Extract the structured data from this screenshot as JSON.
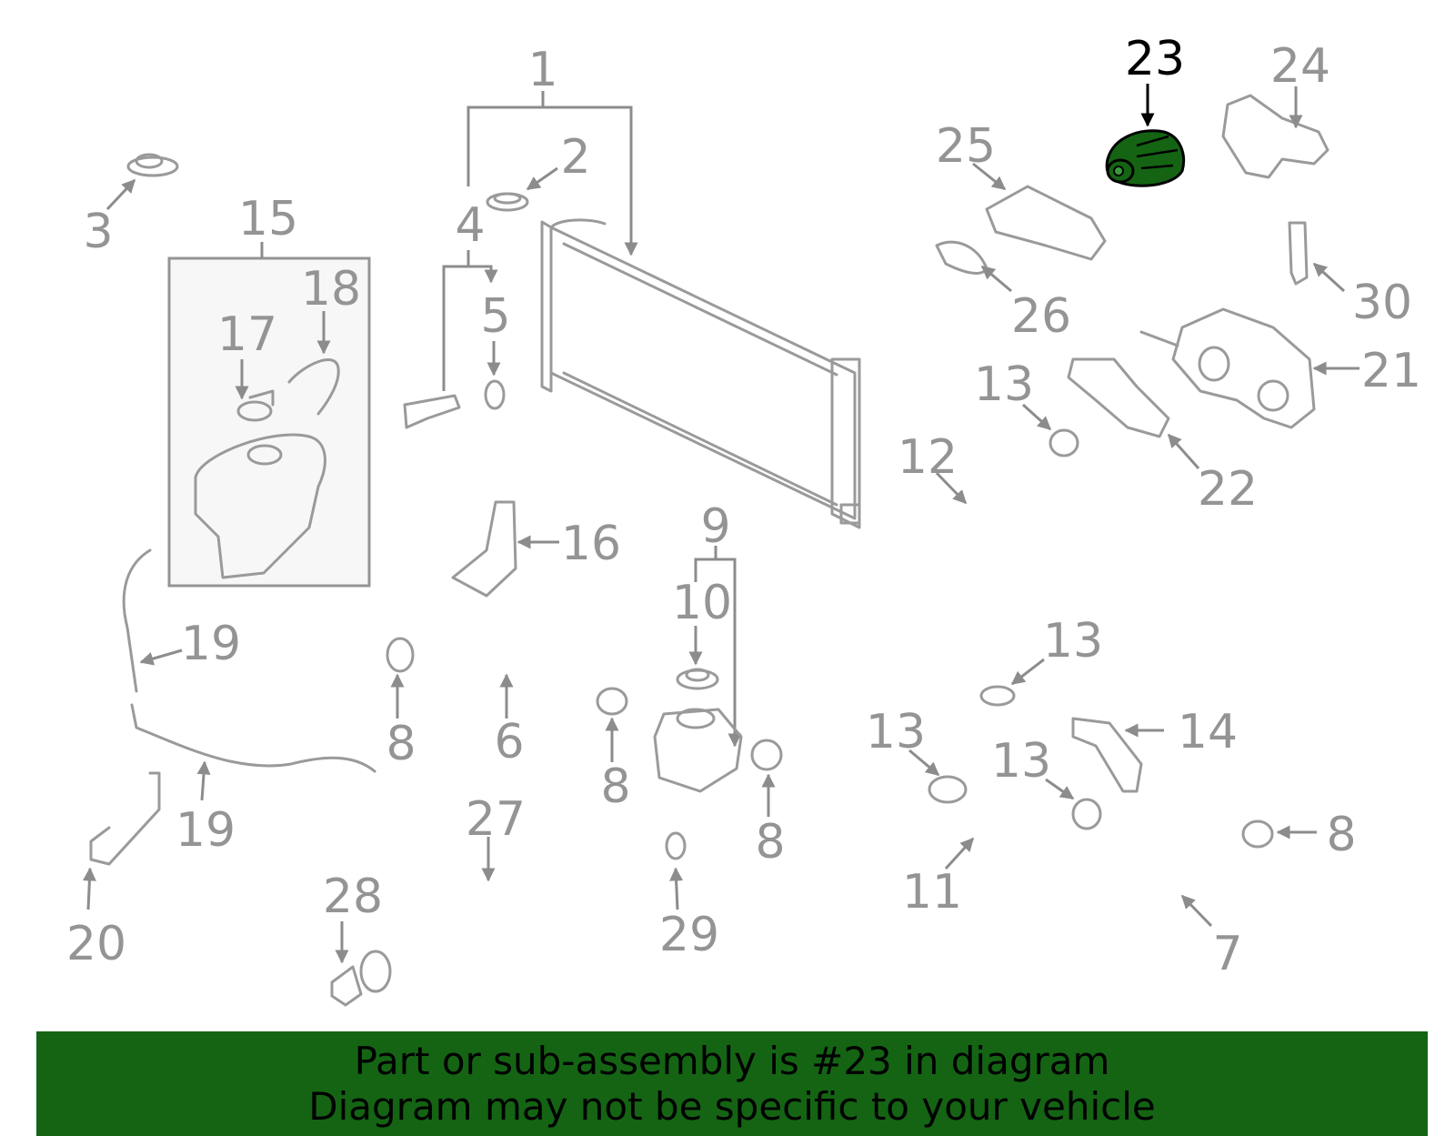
{
  "diagram": {
    "highlight_color": "#146414",
    "callouts": {
      "c1": "1",
      "c2": "2",
      "c3": "3",
      "c4": "4",
      "c5": "5",
      "c6": "6",
      "c7": "7",
      "c8a": "8",
      "c8b": "8",
      "c8c": "8",
      "c8d": "8",
      "c9": "9",
      "c10": "10",
      "c11": "11",
      "c12": "12",
      "c13a": "13",
      "c13b": "13",
      "c13c": "13",
      "c13d": "13",
      "c14": "14",
      "c15": "15",
      "c16": "16",
      "c17": "17",
      "c18": "18",
      "c19a": "19",
      "c19b": "19",
      "c20": "20",
      "c21": "21",
      "c22": "22",
      "c23": "23",
      "c24": "24",
      "c25": "25",
      "c26": "26",
      "c27": "27",
      "c28": "28",
      "c29": "29",
      "c30": "30"
    }
  },
  "banner": {
    "line1": "Part or sub-assembly is #23 in diagram",
    "line2": "Diagram may not be specific to your vehicle"
  }
}
